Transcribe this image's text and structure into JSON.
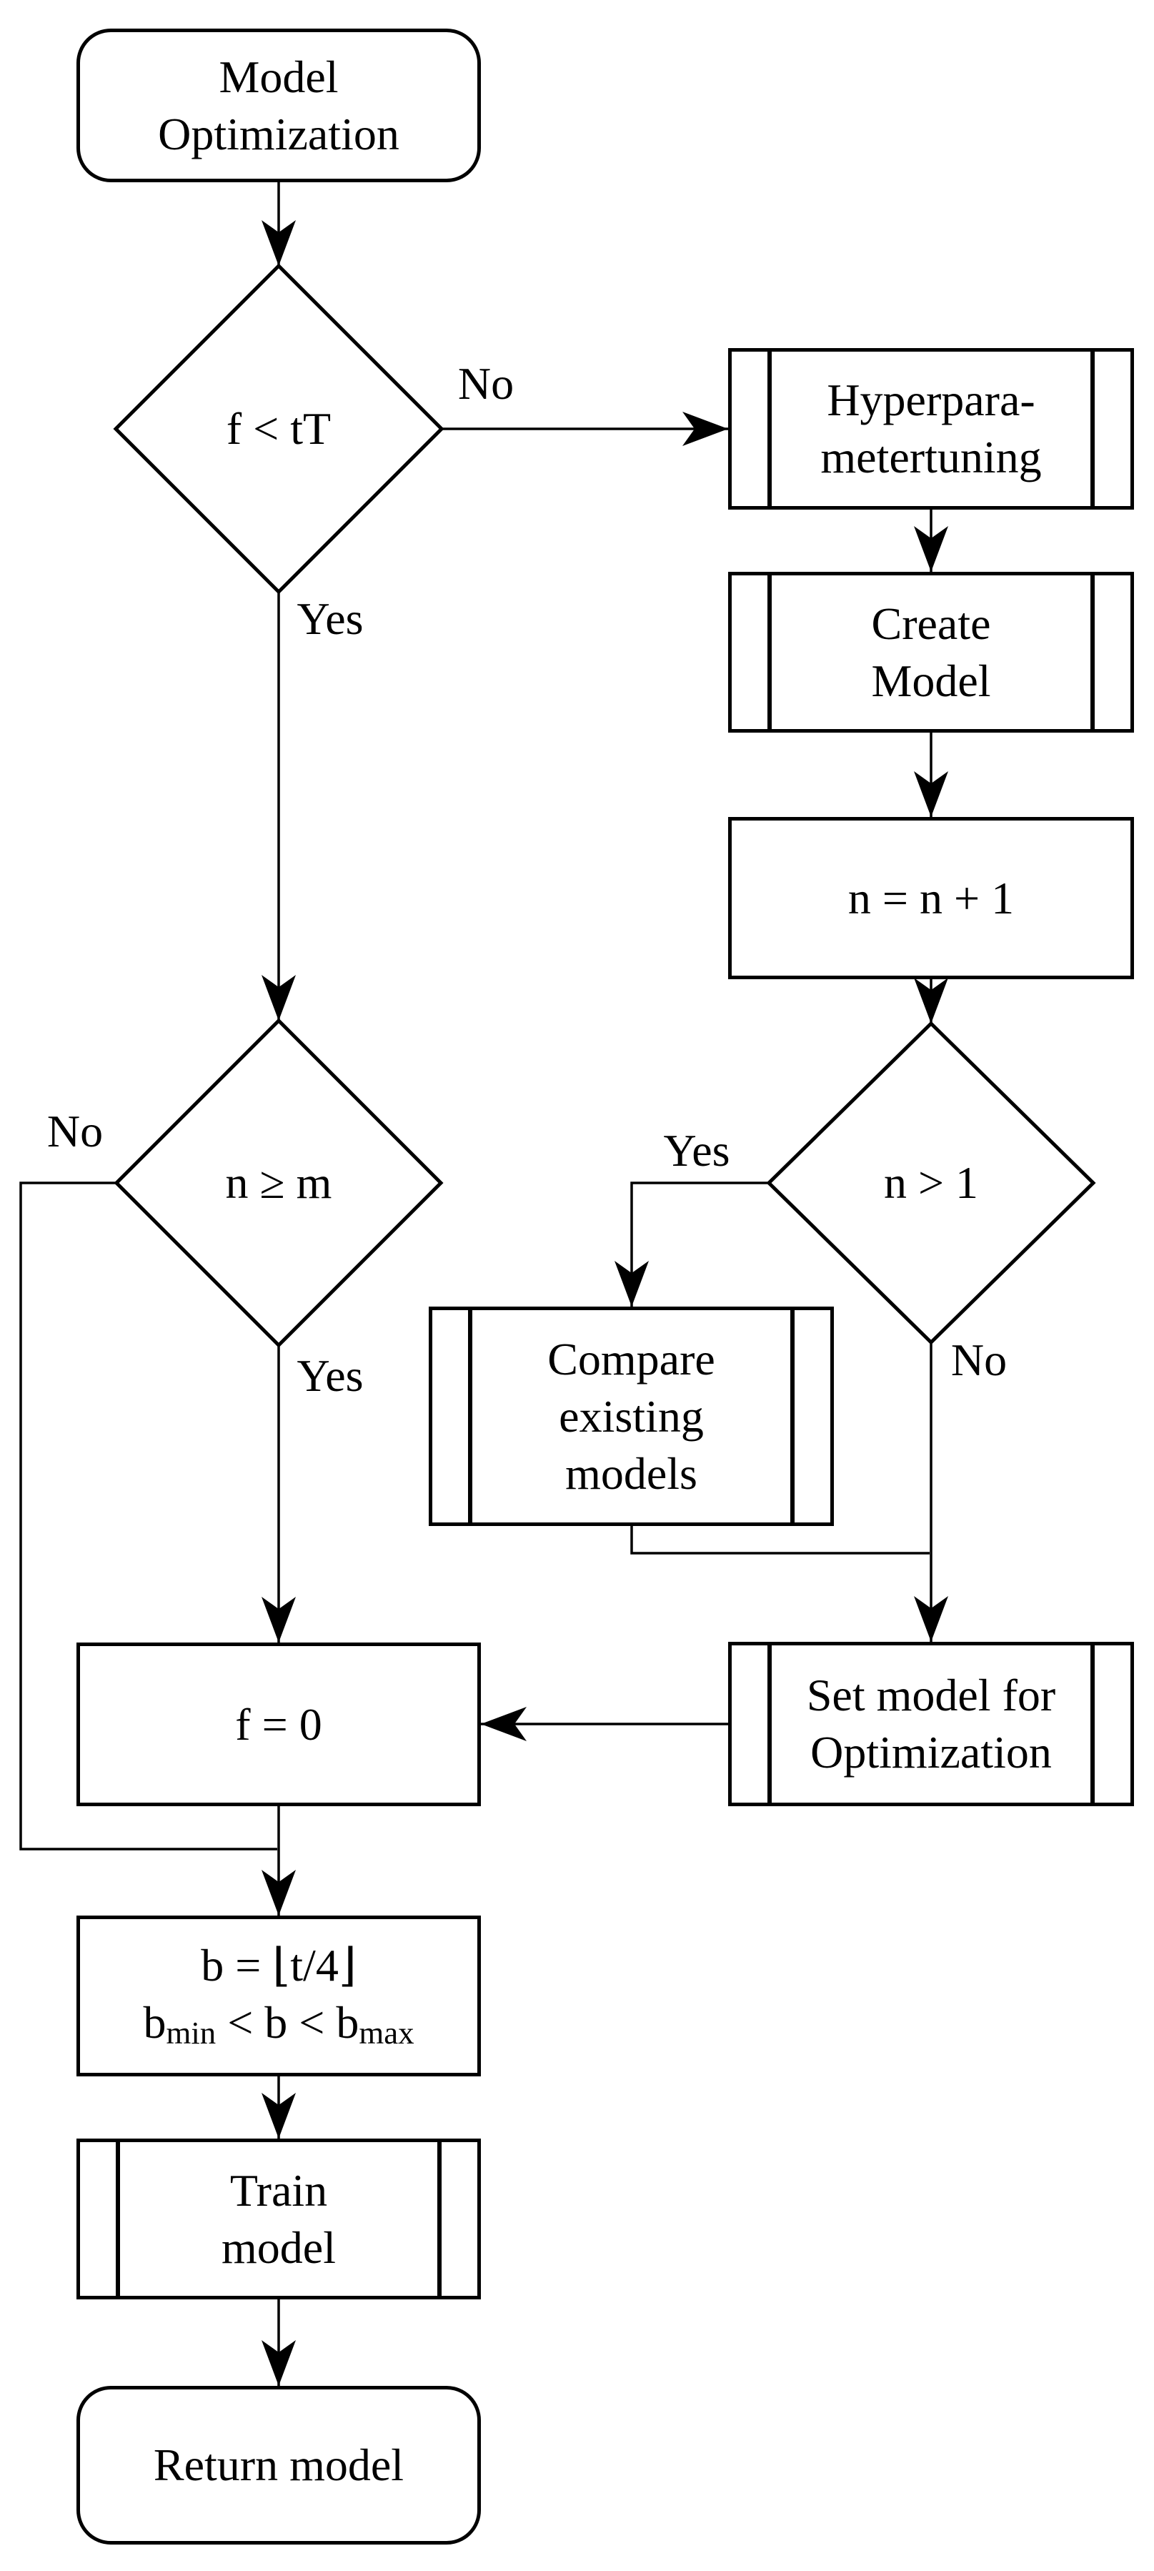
{
  "nodes": {
    "start": {
      "line1": "Model",
      "line2": "Optimization"
    },
    "decision_f_tt": {
      "label": "f < tT"
    },
    "hyperparameter_tuning": {
      "line1": "Hyperpara-",
      "line2": "metertuning"
    },
    "create_model": {
      "line1": "Create",
      "line2": "Model"
    },
    "increment_n": {
      "label": "n = n + 1"
    },
    "decision_n_gt_1": {
      "label": "n > 1"
    },
    "compare_models": {
      "line1": "Compare",
      "line2": "existing",
      "line3": "models"
    },
    "decision_n_ge_m": {
      "label": "n ≥ m"
    },
    "set_model": {
      "line1": "Set model for",
      "line2": "Optimization"
    },
    "reset_f": {
      "label": "f = 0"
    },
    "set_b": {
      "line1": "b = ⌊t/4⌋",
      "line2_base1": "b",
      "line2_sub1": "min",
      "line2_mid": " < b < b",
      "line2_sub2": "max"
    },
    "train_model": {
      "line1": "Train",
      "line2": "model"
    },
    "end": {
      "label": "Return model"
    }
  },
  "edge_labels": {
    "f_tt_no": "No",
    "f_tt_yes": "Yes",
    "n_gt_1_yes": "Yes",
    "n_gt_1_no": "No",
    "n_ge_m_no": "No",
    "n_ge_m_yes": "Yes"
  },
  "colors": {
    "line": "#000000",
    "background": "#ffffff"
  }
}
